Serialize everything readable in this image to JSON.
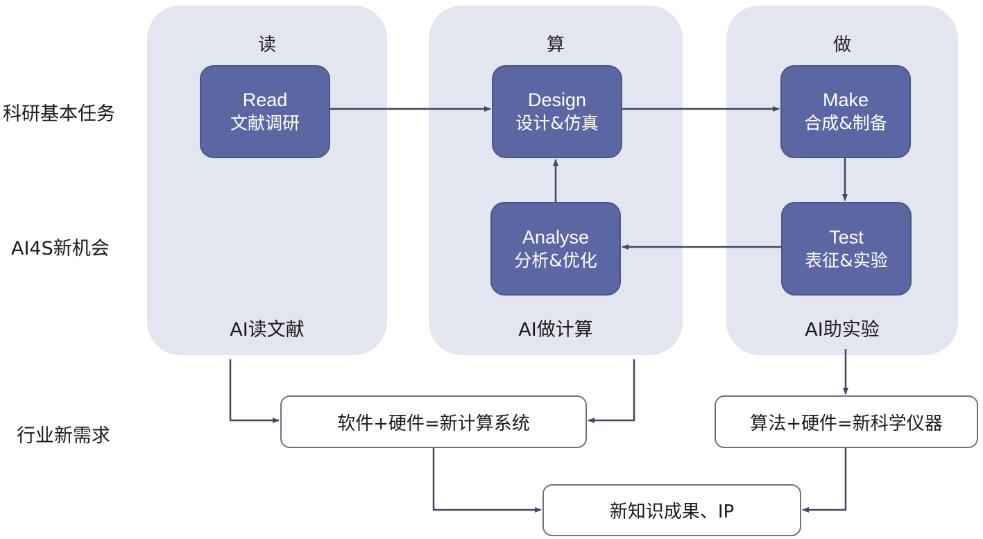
{
  "row_labels": {
    "tasks": "科研基本任务",
    "opportunities": "AI4S新机会",
    "demands": "行业新需求"
  },
  "panels": [
    {
      "title": "读",
      "footer": "AI读文献"
    },
    {
      "title": "算",
      "footer": "AI做计算"
    },
    {
      "title": "做",
      "footer": "AI助实验"
    }
  ],
  "nodes": {
    "read": {
      "en": "Read",
      "zh": "文献调研"
    },
    "design": {
      "en": "Design",
      "zh": "设计&仿真"
    },
    "make": {
      "en": "Make",
      "zh": "合成&制备"
    },
    "analyse": {
      "en": "Analyse",
      "zh": "分析&优化"
    },
    "test": {
      "en": "Test",
      "zh": "表征&实验"
    }
  },
  "outcomes": {
    "compute_system": "软件+硬件=新计算系统",
    "instrument": "算法+硬件=新科学仪器",
    "knowledge": "新知识成果、IP"
  },
  "colors": {
    "panel_bg": "#e3e6f0",
    "node_fill": "#5b67a3",
    "arrow": "#3d4a5c"
  }
}
